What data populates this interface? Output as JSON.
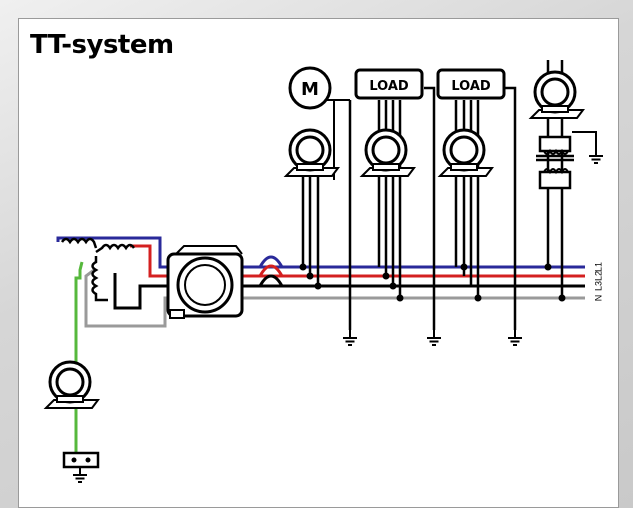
{
  "diagram": {
    "title": "TT-system",
    "motor_label": "M",
    "load_labels": [
      "LOAD",
      "LOAD"
    ],
    "line_labels": [
      "L1",
      "L2",
      "L3",
      "N"
    ]
  },
  "colors": {
    "l1": "#2a2a9a",
    "l2": "#d42020",
    "l3": "#000000",
    "n": "#9a9a9a",
    "pe": "#56b83c"
  },
  "icons": [
    "motor-icon",
    "load-box",
    "current-transformer-icon",
    "ground-icon",
    "transformer-icon",
    "earth-electrode-icon",
    "bus-splitter"
  ]
}
